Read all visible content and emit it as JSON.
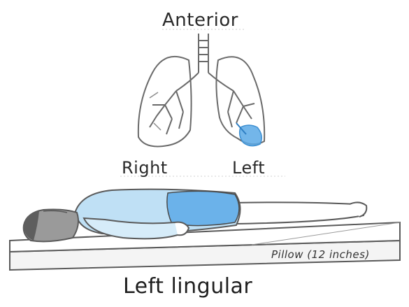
{
  "diagram": {
    "lungs": {
      "top_label": "Anterior",
      "right_label": "Right",
      "left_label": "Left"
    },
    "patient": {
      "support_label": "Pillow (12 inches)"
    },
    "caption": "Left lingular"
  },
  "colors": {
    "outline": "#5a5a5a",
    "highlight_segment": "#5aa9e6",
    "gown_light": "#bfe0f5",
    "gown_dark": "#6bb2ea",
    "head": "#6e6e6e",
    "bed": "#f4f4f4"
  },
  "icons": {
    "lungs": "lungs-illustration",
    "patient": "patient-lying-prone"
  }
}
